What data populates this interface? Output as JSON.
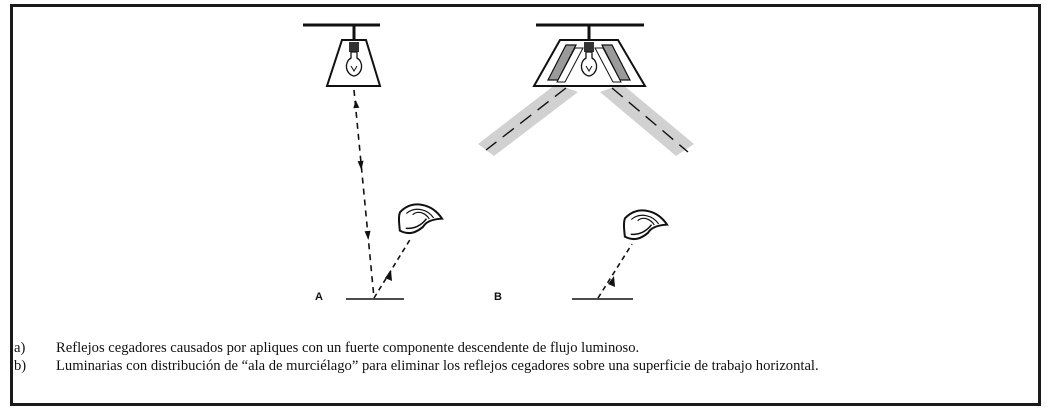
{
  "figure": {
    "panels": [
      {
        "label": "A"
      },
      {
        "label": "B"
      }
    ]
  },
  "caption": {
    "items": [
      {
        "marker": "a)",
        "text": "Reflejos cegadores causados por apliques con un fuerte componente descendente de flujo luminoso."
      },
      {
        "marker": "b)",
        "text": "Luminarias con distribución de “ala de murciélago” para eliminar los reflejos cegadores sobre una superficie de trabajo horizontal."
      }
    ]
  }
}
